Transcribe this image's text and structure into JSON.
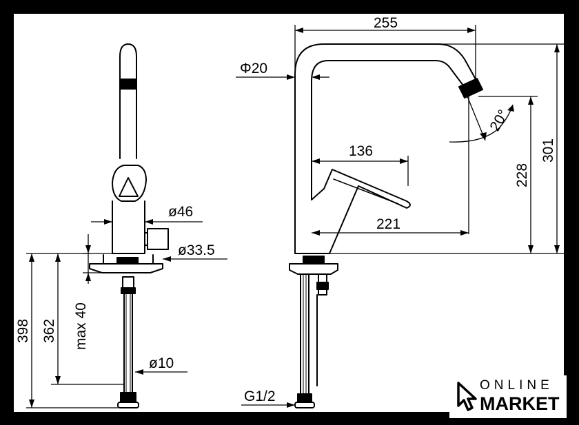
{
  "dimensions": {
    "width_255": "255",
    "dia_20": "Φ20",
    "angle_20": "20°",
    "height_301": "301",
    "height_228": "228",
    "reach_136": "136",
    "reach_221": "221",
    "dia_46": "ø46",
    "dia_33_5": "ø33.5",
    "max_40": "max 40",
    "height_362": "362",
    "height_398": "398",
    "dia_10": "ø10",
    "thread_g12": "G1/2"
  },
  "logo": {
    "line1": "ONLINE",
    "line2": "MARKET"
  },
  "colors": {
    "line": "#000000",
    "background": "#ffffff",
    "frame": "#000000"
  },
  "icons": {
    "logo_mark": "cursor-arrow-icon"
  }
}
